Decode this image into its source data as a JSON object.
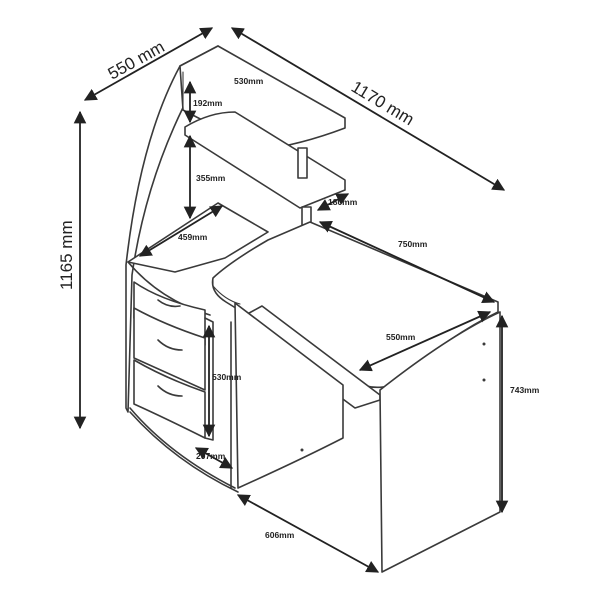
{
  "dimensions": {
    "depth_overall": "550 mm",
    "width_overall": "1170 mm",
    "height_overall": "1165 mm",
    "shelf_top_width": "530mm",
    "shelf_gap_top": "192mm",
    "shelf_gap_mid": "355mm",
    "post_spacing": "180mm",
    "cabinet_top_depth": "459mm",
    "desk_top_width": "750mm",
    "desk_top_depth": "550mm",
    "drawer_height": "530mm",
    "desk_height": "743mm",
    "drawer_width": "207mm",
    "legroom_width": "606mm"
  }
}
